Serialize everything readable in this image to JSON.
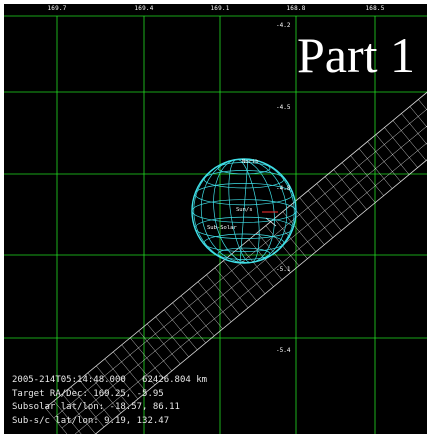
{
  "title": "Part 1",
  "ra_ticks": [
    "169.7",
    "169.4",
    "169.1",
    "168.8",
    "168.5"
  ],
  "dec_ticks": [
    "-4.2",
    "-4.5",
    "-4.8",
    "-5.1",
    "-5.4"
  ],
  "globe": {
    "north_label": "North",
    "sun_label": "Sub-Solar",
    "center_label": "Sun/s"
  },
  "info": {
    "line1": "2005-214T05:14:48.000   62426.804 km",
    "line2": "Target RA/Dec: 169.25, -5.95",
    "line3": "Subsolar lat/lon: -18.57, 86.11",
    "line4": "Sub-s/c lat/lon: 9.19, 132.47"
  },
  "colors": {
    "background": "#000000",
    "grid": "#22dd22",
    "globe": "#40e0e8",
    "track": "#ffffff",
    "text": "#ffffff"
  }
}
